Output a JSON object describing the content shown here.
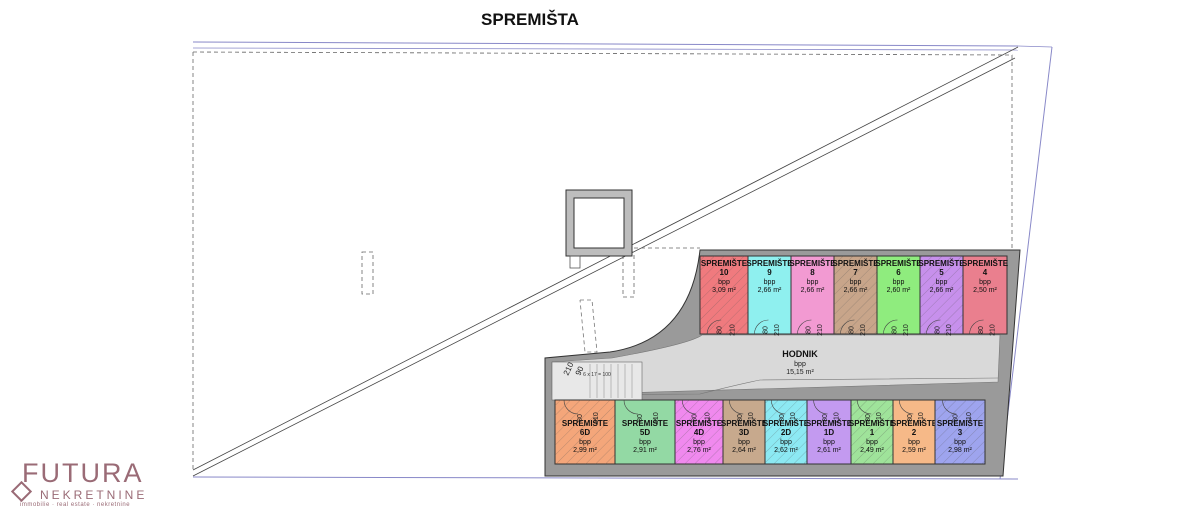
{
  "title": "SPREMIŠTA",
  "corridor": {
    "name": "HODNIK",
    "sub": "bpp",
    "area": "15,15 m²"
  },
  "stair_label": "6 x 17 = 100",
  "stair_dim_a": "210",
  "stair_dim_b": "90",
  "units_top": [
    {
      "name": "SPREMIŠTE",
      "num": "10",
      "sub": "bpp",
      "area": "3,09 m²",
      "fill": "#f07a7e",
      "hatch": true,
      "dims": [
        "80",
        "210"
      ]
    },
    {
      "name": "SPREMIŠTE",
      "num": "9",
      "sub": "bpp",
      "area": "2,66 m²",
      "fill": "#8ff0ef",
      "hatch": false,
      "dims": [
        "80",
        "210"
      ]
    },
    {
      "name": "SPREMIŠTE",
      "num": "8",
      "sub": "bpp",
      "area": "2,66 m²",
      "fill": "#f29ad2",
      "hatch": false,
      "dims": [
        "80",
        "210"
      ]
    },
    {
      "name": "SPREMIŠTE",
      "num": "7",
      "sub": "bpp",
      "area": "2,66 m²",
      "fill": "#c8a58a",
      "hatch": true,
      "dims": [
        "80",
        "210"
      ]
    },
    {
      "name": "SPREMIŠTE",
      "num": "6",
      "sub": "bpp",
      "area": "2,60 m²",
      "fill": "#8fec7e",
      "hatch": false,
      "dims": [
        "80",
        "210"
      ]
    },
    {
      "name": "SPREMIŠTE",
      "num": "5",
      "sub": "bpp",
      "area": "2,66 m²",
      "fill": "#c790ec",
      "hatch": true,
      "dims": [
        "80",
        "210"
      ]
    },
    {
      "name": "SPREMIŠTE",
      "num": "4",
      "sub": "bpp",
      "area": "2,50 m²",
      "fill": "#ea7f8e",
      "hatch": false,
      "dims": [
        "80",
        "210"
      ]
    }
  ],
  "units_bottom": [
    {
      "name": "SPREMIŠTE",
      "num": "6D",
      "sub": "bpp",
      "area": "2,99 m²",
      "fill": "#f4a67a",
      "hatch": true,
      "dims": [
        "80",
        "210"
      ]
    },
    {
      "name": "SPREMIŠTE",
      "num": "5D",
      "sub": "bpp",
      "area": "2,91 m²",
      "fill": "#93d9a4",
      "hatch": false,
      "dims": [
        "80",
        "210"
      ]
    },
    {
      "name": "SPREMIŠTE",
      "num": "4D",
      "sub": "bpp",
      "area": "2,76 m²",
      "fill": "#f089ee",
      "hatch": true,
      "dims": [
        "80",
        "210"
      ]
    },
    {
      "name": "SPREMIŠTE",
      "num": "3D",
      "sub": "bpp",
      "area": "2,64 m²",
      "fill": "#c7a98d",
      "hatch": false,
      "dims": [
        "80",
        "210"
      ]
    },
    {
      "name": "SPREMIŠTE",
      "num": "2D",
      "sub": "bpp",
      "area": "2,62 m²",
      "fill": "#8ce9f3",
      "hatch": true,
      "dims": [
        "80",
        "210"
      ]
    },
    {
      "name": "SPREMIŠTE",
      "num": "1D",
      "sub": "bpp",
      "area": "2,61 m²",
      "fill": "#c39af0",
      "hatch": false,
      "dims": [
        "80",
        "210"
      ]
    },
    {
      "name": "SPREMIŠTE",
      "num": "1",
      "sub": "bpp",
      "area": "2,49 m²",
      "fill": "#9fe39a",
      "hatch": true,
      "dims": [
        "80",
        "210"
      ]
    },
    {
      "name": "SPREMIŠTE",
      "num": "2",
      "sub": "bpp",
      "area": "2,59 m²",
      "fill": "#f6b988",
      "hatch": false,
      "dims": [
        "80",
        "210"
      ]
    },
    {
      "name": "SPREMIŠTE",
      "num": "3",
      "sub": "bpp",
      "area": "2,98 m²",
      "fill": "#9ea4ee",
      "hatch": true,
      "dims": [
        "80",
        "210"
      ]
    }
  ],
  "logo": {
    "name": "FUTURA",
    "sub": "NEKRETNINE",
    "tag": "immobilie · real estate · nekretnine",
    "color": "#9a6b76"
  }
}
